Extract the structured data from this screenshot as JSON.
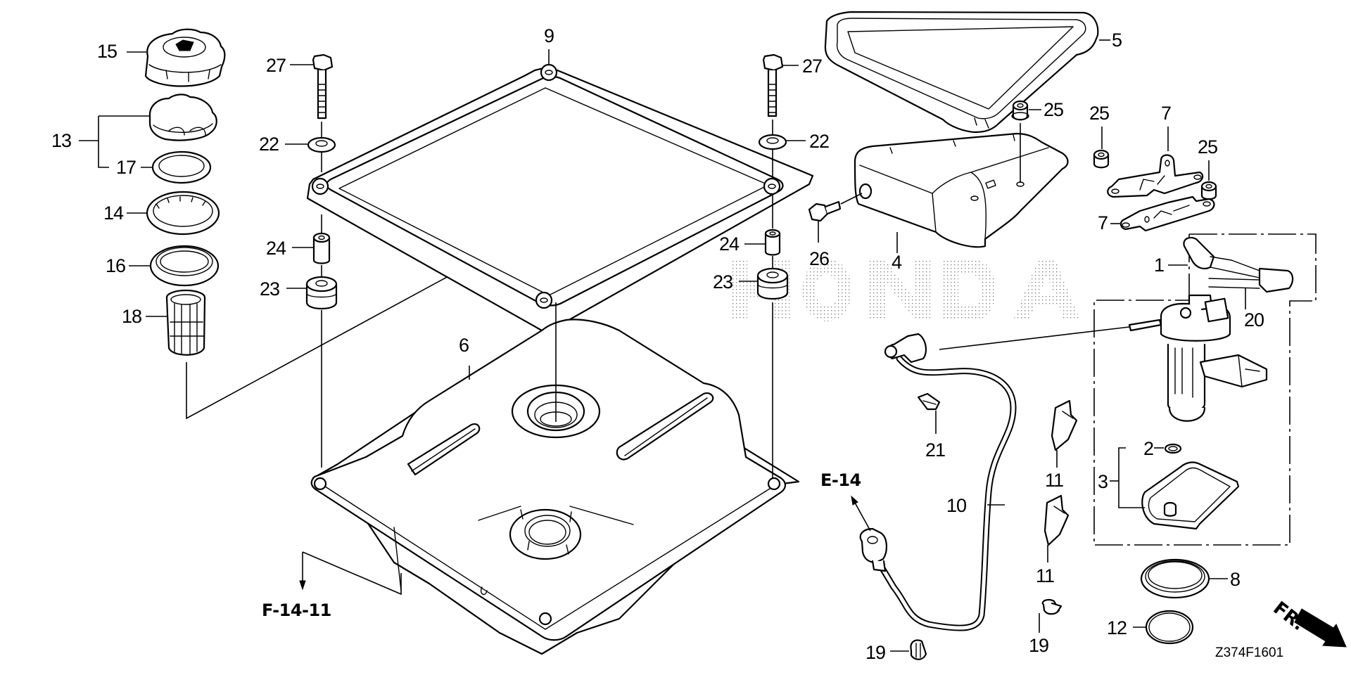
{
  "diagram": {
    "title": "Fuel Tank Assembly Parts Diagram",
    "watermark": "HONDA",
    "drawing_code": "Z374F1601",
    "direction_indicator": "FR.",
    "cross_references": [
      {
        "id": "ref-e14",
        "text": "E-14"
      },
      {
        "id": "ref-f1411",
        "text": "F-14-11"
      }
    ],
    "callouts": [
      {
        "id": "c1",
        "number": "1",
        "part": "fuel-pump-assembly"
      },
      {
        "id": "c2",
        "number": "2",
        "part": "o-ring-small"
      },
      {
        "id": "c3",
        "number": "3",
        "part": "fuel-filter-strainer-set"
      },
      {
        "id": "c4",
        "number": "4",
        "part": "tank-cover"
      },
      {
        "id": "c5",
        "number": "5",
        "part": "cover-seal"
      },
      {
        "id": "c6",
        "number": "6",
        "part": "fuel-tank"
      },
      {
        "id": "c7a",
        "number": "7",
        "part": "bracket-upper"
      },
      {
        "id": "c7b",
        "number": "7",
        "part": "bracket-lower"
      },
      {
        "id": "c8",
        "number": "8",
        "part": "pump-seal-ring"
      },
      {
        "id": "c9",
        "number": "9",
        "part": "tank-frame"
      },
      {
        "id": "c10",
        "number": "10",
        "part": "fuel-hose"
      },
      {
        "id": "c11a",
        "number": "11",
        "part": "hose-clip-upper"
      },
      {
        "id": "c11b",
        "number": "11",
        "part": "hose-clip-lower"
      },
      {
        "id": "c12",
        "number": "12",
        "part": "o-ring-large"
      },
      {
        "id": "c13",
        "number": "13",
        "part": "fuel-cap-assembly"
      },
      {
        "id": "c14",
        "number": "14",
        "part": "filler-ring"
      },
      {
        "id": "c15",
        "number": "15",
        "part": "fuel-cap"
      },
      {
        "id": "c16",
        "number": "16",
        "part": "filler-seal"
      },
      {
        "id": "c17",
        "number": "17",
        "part": "cap-gasket"
      },
      {
        "id": "c18",
        "number": "18",
        "part": "fuel-strainer"
      },
      {
        "id": "c19a",
        "number": "19",
        "part": "clamp-left"
      },
      {
        "id": "c19b",
        "number": "19",
        "part": "clamp-right"
      },
      {
        "id": "c20",
        "number": "20",
        "part": "wire-harness"
      },
      {
        "id": "c21",
        "number": "21",
        "part": "hose-clip"
      },
      {
        "id": "c22a",
        "number": "22",
        "part": "washer-left"
      },
      {
        "id": "c22b",
        "number": "22",
        "part": "washer-right"
      },
      {
        "id": "c23a",
        "number": "23",
        "part": "grommet-left"
      },
      {
        "id": "c23b",
        "number": "23",
        "part": "grommet-right"
      },
      {
        "id": "c24a",
        "number": "24",
        "part": "collar-left"
      },
      {
        "id": "c24b",
        "number": "24",
        "part": "collar-right"
      },
      {
        "id": "c25a",
        "number": "25",
        "part": "nut-cover"
      },
      {
        "id": "c25b",
        "number": "25",
        "part": "nut-bracket-left"
      },
      {
        "id": "c25c",
        "number": "25",
        "part": "nut-bracket-right"
      },
      {
        "id": "c26",
        "number": "26",
        "part": "flange-bolt-small"
      },
      {
        "id": "c27a",
        "number": "27",
        "part": "flange-bolt-left"
      },
      {
        "id": "c27b",
        "number": "27",
        "part": "flange-bolt-right"
      }
    ]
  }
}
